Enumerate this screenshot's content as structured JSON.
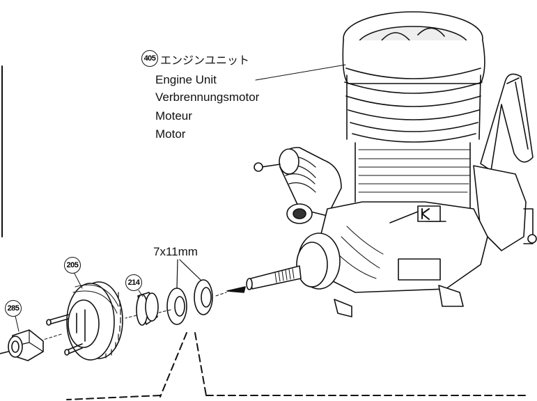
{
  "engine_unit": {
    "part_number": "405",
    "name_ja": "エンジンユニット",
    "name_en": "Engine Unit",
    "name_de": "Verbrennungsmotor",
    "name_fr": "Moteur",
    "name_es": "Motor"
  },
  "washers": {
    "size_label": "7x11mm"
  },
  "parts": {
    "flywheel": "205",
    "collet": "214",
    "nut": "285"
  }
}
